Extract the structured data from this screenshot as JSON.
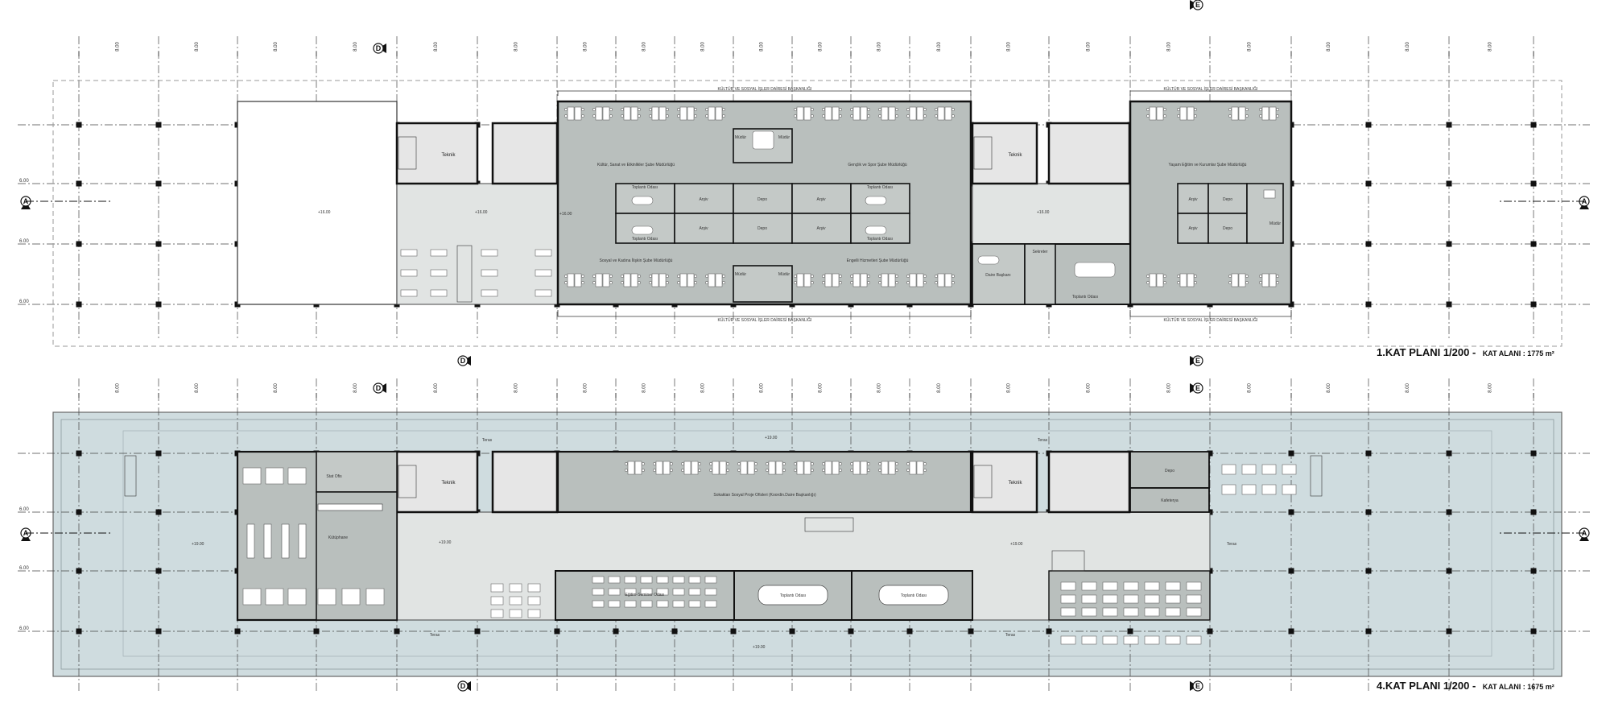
{
  "plans": {
    "first": {
      "title": "1.KAT PLANI 1/200 -",
      "area_label": "KAT ALANI : 1775 m²",
      "header_band_top": "KÜLTÜR VE SOSYAL İŞLER DAİRESİ BAŞKANLIĞI",
      "header_band_right_top": "KÜLTÜR VE SOSYAL İŞLER DAİRESİ BAŞKANLIĞI",
      "header_band_bottom": "KÜLTÜR VE SOSYAL İŞLER DAİRESİ BAŞKANLIĞI",
      "header_band_right_bottom": "KÜLTÜR VE SOSYAL İŞLER DAİRESİ BAŞKANLIĞI",
      "rooms": {
        "teknik_1": "Teknik",
        "teknik_2": "Teknik",
        "kultur": "Kültür, Sanat ve Etkinlikler Şube Müdürlüğü",
        "genclik": "Gençlik ve Spor Şube Müdürlüğü",
        "sosyal": "Sosyal ve Kadına İlişkin Şube Müdürlüğü",
        "engelli": "Engelli Hizmetleri Şube Müdürlüğü",
        "yasam": "Yaşam Eğitim ve Kurumlar Şube Müdürlüğü",
        "mudur_top_1": "Müdür",
        "mudur_top_2": "Müdür",
        "mudur_bot_1": "Müdür",
        "mudur_bot_2": "Müdür",
        "mudur_right": "Müdür",
        "toplanti_1": "Toplantı Odası",
        "toplanti_2": "Toplantı Odası",
        "toplanti_3": "Toplantı Odası",
        "toplanti_4": "Toplantı Odası",
        "toplanti_5": "Toplantı Odası",
        "arsiv_1": "Arşiv",
        "arsiv_2": "Arşiv",
        "arsiv_3": "Arşiv",
        "arsiv_4": "Arşiv",
        "arsiv_r1": "Arşiv",
        "arsiv_r2": "Arşiv",
        "depo_1": "Depo",
        "depo_2": "Depo",
        "depo_r1": "Depo",
        "depo_r2": "Depo",
        "daire": "Daire Başkanı",
        "sekreter": "Sekreter"
      }
    },
    "fourth": {
      "title": "4.KAT PLANI 1/200 -",
      "area_label": "KAT ALANI : 1675 m²",
      "rooms": {
        "teknik_1": "Teknik",
        "teknik_2": "Teknik",
        "stat": "Stat Ofis",
        "kutuphane": "Kütüphane",
        "sosyal": "Sokaktan Sosyal Proje Ofisleri (Koordin.Daire Başkanlığı)",
        "egitim": "Eğitim-Seminer Odası",
        "toplanti_1": "Toplantı Odası",
        "toplanti_2": "Toplantı Odası",
        "depo": "Depo",
        "kafeterya": "Kafeterya",
        "teras_1": "Teras",
        "teras_2": "Teras",
        "teras_3": "Teras",
        "teras_4": "Teras",
        "teras_5": "Teras"
      }
    }
  },
  "section_marks": {
    "a": "A",
    "d": "D",
    "e": "E"
  },
  "dimensions": {
    "span_a": "8.00",
    "span_b": "8.00",
    "bay": "6.00"
  },
  "levels": {
    "l1": "+16.00",
    "l4": "+19.00"
  }
}
